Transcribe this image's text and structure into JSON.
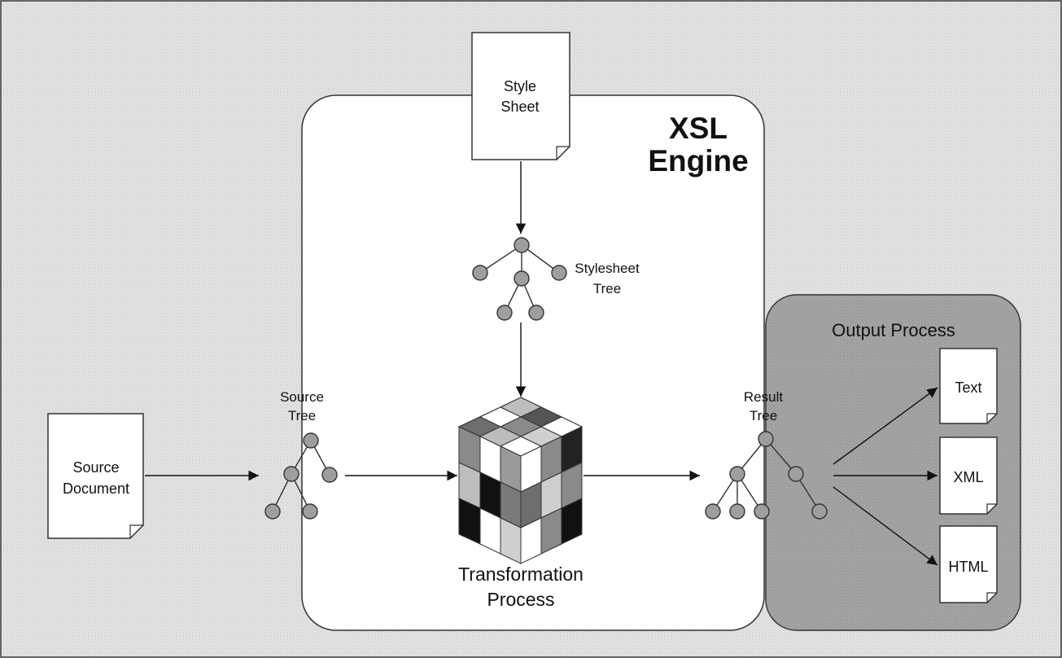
{
  "engine": {
    "title_line1": "XSL",
    "title_line2": "Engine"
  },
  "style_sheet": {
    "line1": "Style",
    "line2": "Sheet"
  },
  "stylesheet_tree": {
    "line1": "Stylesheet",
    "line2": "Tree"
  },
  "source_document": {
    "line1": "Source",
    "line2": "Document"
  },
  "source_tree": {
    "line1": "Source",
    "line2": "Tree"
  },
  "transformation": {
    "line1": "Transformation",
    "line2": "Process"
  },
  "result_tree": {
    "line1": "Result",
    "line2": "Tree"
  },
  "output_process": {
    "title": "Output Process",
    "outputs": [
      "Text",
      "XML",
      "HTML"
    ]
  },
  "colors": {
    "background": "#e6e6e6",
    "engine_box": "#ffffff",
    "output_box": "#a3a3a3",
    "node_fill": "#9e9e9e"
  }
}
